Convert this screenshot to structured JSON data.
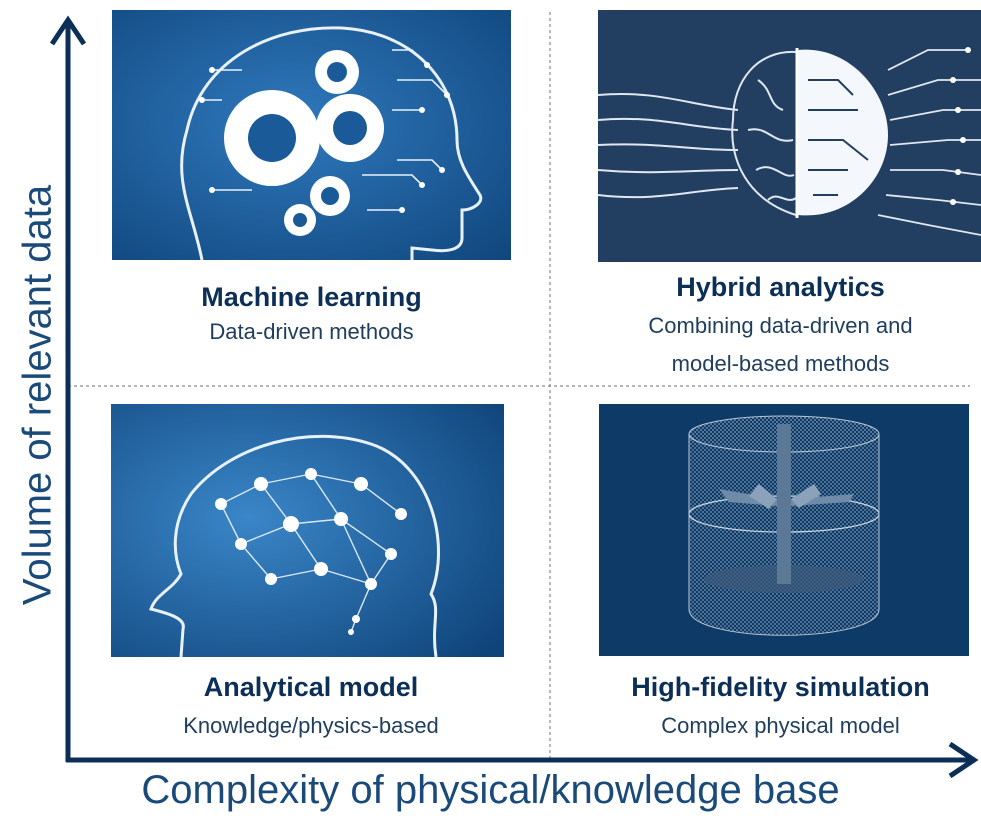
{
  "axes": {
    "y_label": "Volume of relevant data",
    "x_label": "Complexity of physical/knowledge base"
  },
  "quadrants": {
    "top_left": {
      "title": "Machine learning",
      "subtitle": "Data-driven methods",
      "image_icon": "gear-head-icon"
    },
    "top_right": {
      "title": "Hybrid analytics",
      "subtitle_line1": "Combining data-driven and",
      "subtitle_line2": "model-based methods",
      "image_icon": "brain-circuit-icon"
    },
    "bottom_left": {
      "title": "Analytical model",
      "subtitle": "Knowledge/physics-based",
      "image_icon": "neural-head-icon"
    },
    "bottom_right": {
      "title": "High-fidelity simulation",
      "subtitle": "Complex physical model",
      "image_icon": "mesh-tank-icon"
    }
  },
  "colors": {
    "axis": "#0c2f57",
    "axis_label": "#1a4a7a",
    "panel_blue": "#1f5f9f",
    "panel_dark": "#0e3f6e",
    "divider": "#8a8a8a"
  }
}
